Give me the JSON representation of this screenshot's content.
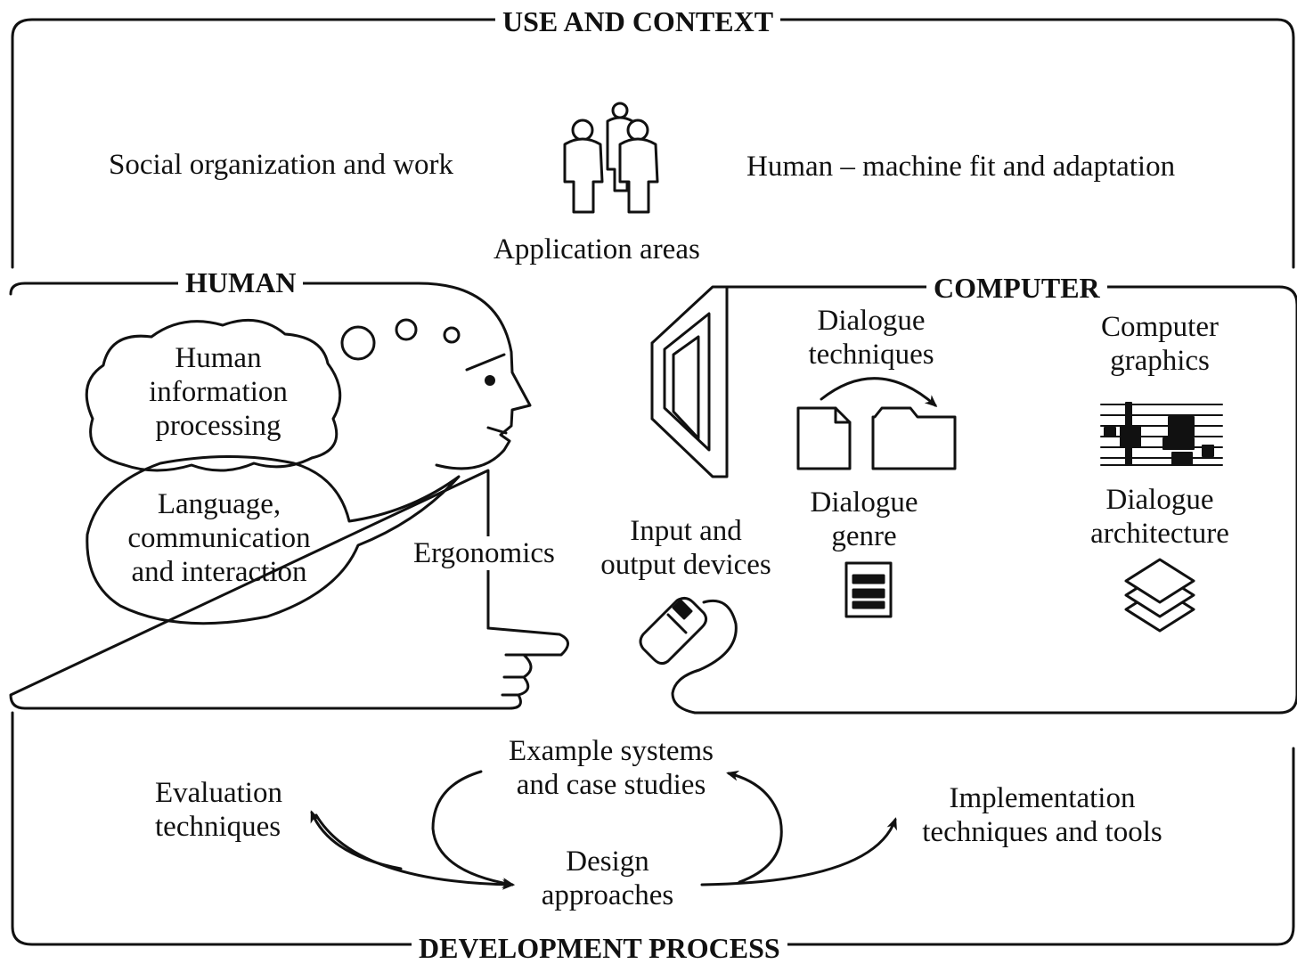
{
  "sections": {
    "use_context": "USE AND CONTEXT",
    "human": "HUMAN",
    "computer": "COMPUTER",
    "development": "DEVELOPMENT PROCESS"
  },
  "use_context": {
    "social": "Social organization and work",
    "fit": "Human – machine fit and adaptation",
    "application": "Application areas",
    "people_icon": "people-group-icon"
  },
  "human": {
    "info_processing": [
      "Human",
      "information",
      "processing"
    ],
    "language": [
      "Language,",
      "communication",
      "and interaction"
    ],
    "ergonomics": "Ergonomics",
    "head_icon": "human-head-profile-icon",
    "hand_icon": "pointing-hand-icon"
  },
  "computer": {
    "io_devices": [
      "Input and",
      "output devices"
    ],
    "dialogue_techniques": [
      "Dialogue",
      "techniques"
    ],
    "dialogue_genre": [
      "Dialogue",
      "genre"
    ],
    "computer_graphics": [
      "Computer",
      "graphics"
    ],
    "dialogue_architecture": [
      "Dialogue",
      "architecture"
    ],
    "monitor_icon": "monitor-icon",
    "mouse_icon": "mouse-icon",
    "document_icon": "document-icon",
    "folder_icon": "folder-icon",
    "genre_icon": "form-document-icon",
    "graphics_icon": "raster-graphics-icon",
    "layers_icon": "layers-icon"
  },
  "development": {
    "examples": [
      "Example systems",
      "and case studies"
    ],
    "evaluation": [
      "Evaluation",
      "techniques"
    ],
    "design": [
      "Design",
      "approaches"
    ],
    "implementation": [
      "Implementation",
      "techniques and tools"
    ]
  }
}
